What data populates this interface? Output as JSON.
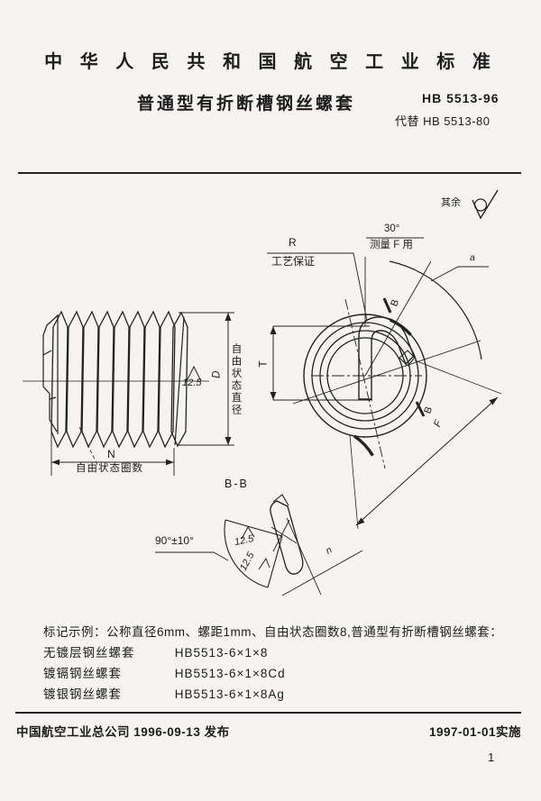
{
  "header": {
    "title": "中 华 人 民 共 和 国 航 空 工 业 标 准",
    "subtitle": "普通型有折断槽钢丝螺套",
    "standard_no": "HB 5513-96",
    "supersedes": "代替 HB 5513-80"
  },
  "drawing": {
    "rest_note": "其余",
    "r_label": "R",
    "r_note": "工艺保证",
    "angle_30": "30°",
    "measure_note": "测量 F 用",
    "a_label": "a",
    "b_label_top": "B",
    "b_label_bottom": "B",
    "t_label": "T",
    "f_label": "F",
    "d_label": "D",
    "free_dia_note": "自由状态直径",
    "n_label": "N",
    "free_coils_note": "自由状态圈数",
    "roughness_side": "12.5",
    "section_label": "B-B",
    "angle_90": "90°±10°",
    "roughness_section_1": "12.5",
    "roughness_section_2": "12.5",
    "wire_n_label": "n"
  },
  "marking": {
    "example_line": "标记示例：公称直径6mm、螺距1mm、自由状态圈数8,普通型有折断槽钢丝螺套：",
    "rows": [
      {
        "name": "无镀层钢丝螺套",
        "designation": "HB5513-6×1×8"
      },
      {
        "name": "镀镉钢丝螺套",
        "designation": "HB5513-6×1×8Cd"
      },
      {
        "name": "镀银钢丝螺套",
        "designation": "HB5513-6×1×8Ag"
      }
    ]
  },
  "footer": {
    "issuer": "中国航空工业总公司",
    "issued": "1996-09-13 发布",
    "effective": "1997-01-01实施",
    "page_number": "1"
  }
}
